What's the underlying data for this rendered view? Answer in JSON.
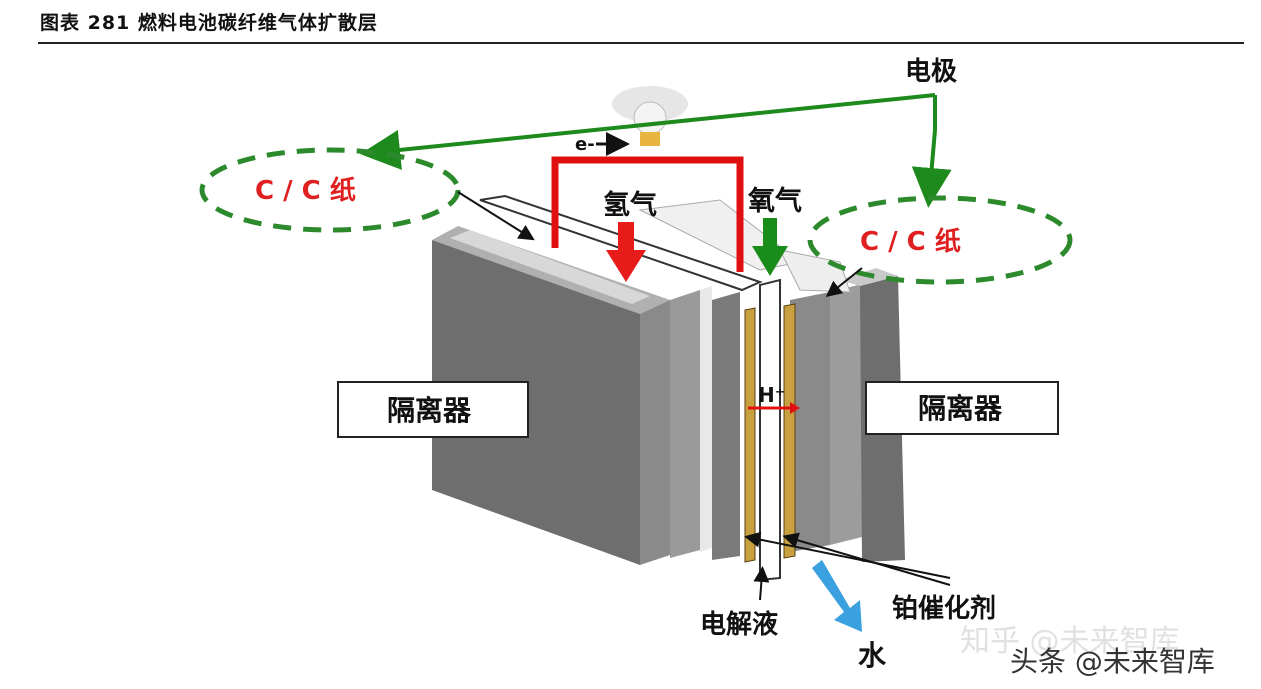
{
  "figure": {
    "title": "图表 281  燃料电池碳纤维气体扩散层"
  },
  "labels": {
    "electrode": "电极",
    "cc_paper_left": "C / C 纸",
    "cc_paper_right": "C / C 纸",
    "electron": "e-",
    "hydrogen": "氢气",
    "oxygen": "氧气",
    "separator_left": "隔离器",
    "separator_right": "隔离器",
    "proton": "H⁺",
    "electrolyte": "电解液",
    "catalyst": "铂催化剂",
    "water": "水"
  },
  "colors": {
    "arrow_green": "#1e8a1e",
    "wire_red": "#e01010",
    "hydrogen_arrow": "#e81b1b",
    "oxygen_arrow": "#1a8c1a",
    "water_arrow": "#3aa0e0",
    "plate_gray": "#6e6e6e",
    "catalyst_gold": "#c8a040"
  },
  "watermark": {
    "ghost": "知乎 @未来智库",
    "main": "头条 @未来智库"
  }
}
